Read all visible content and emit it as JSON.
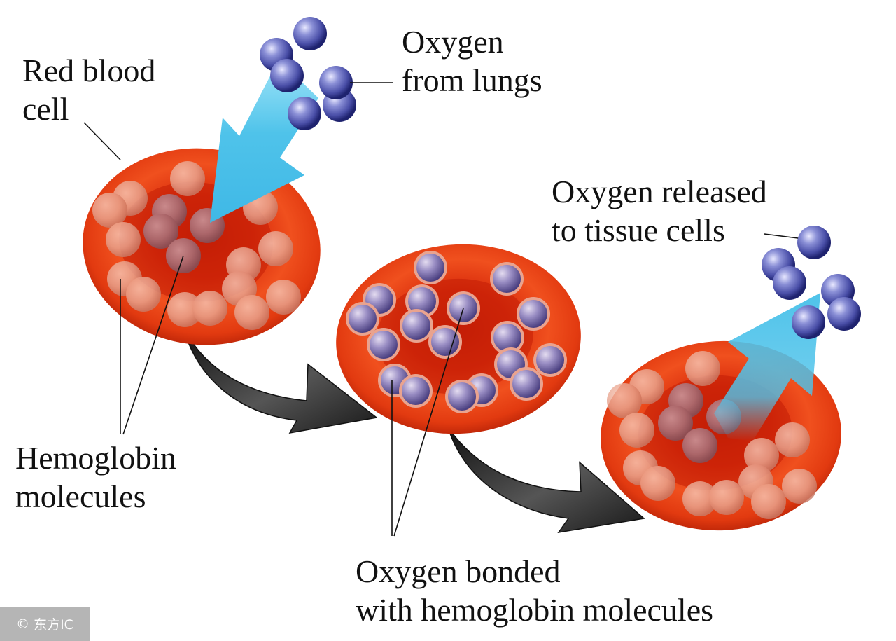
{
  "labels": {
    "red_blood_cell": [
      "Red blood",
      "cell"
    ],
    "oxygen_from_lungs": [
      "Oxygen",
      "from lungs"
    ],
    "oxygen_released": [
      "Oxygen released",
      "to tissue cells"
    ],
    "hemoglobin": [
      "Hemoglobin",
      "molecules"
    ],
    "oxygen_bonded": [
      "Oxygen bonded",
      "with hemoglobin molecules"
    ]
  },
  "watermark": {
    "symbol": "©",
    "text": "东方IC"
  },
  "colors": {
    "cell_red": "#e0330e",
    "cell_dark": "#a81a04",
    "hemoglobin_pink": "#e8a590",
    "oxygen_blue": "#4a4fa8",
    "arrow_blue": "#4fc3ea",
    "arrow_black": "#2a2a2a"
  }
}
